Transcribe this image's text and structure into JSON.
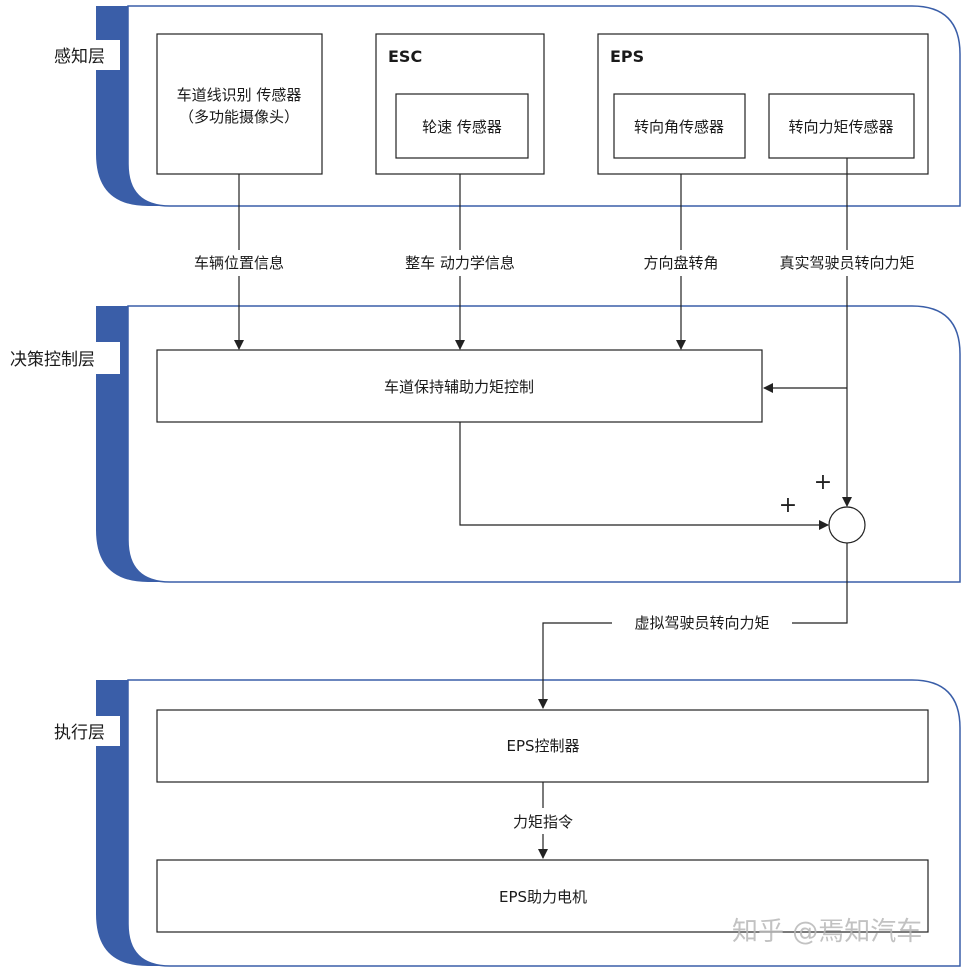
{
  "layers": {
    "perception": "感知层",
    "decision": "决策控制层",
    "execution": "执行层"
  },
  "perception": {
    "camera_line1": "车道线识别 传感器",
    "camera_line2": "（多功能摄像头）",
    "esc_title": "ESC",
    "wheel_speed": "轮速 传感器",
    "eps_title": "EPS",
    "steering_angle": "转向角传感器",
    "steering_torque": "转向力矩传感器"
  },
  "signals": {
    "vehicle_position": "车辆位置信息",
    "vehicle_dynamics": "整车 动力学信息",
    "steering_wheel_angle": "方向盘转角",
    "real_driver_torque": "真实驾驶员转向力矩",
    "virtual_driver_torque": "虚拟驾驶员转向力矩",
    "torque_command": "力矩指令"
  },
  "decision": {
    "lka_torque_control": "车道保持辅助力矩控制",
    "plus_top": "+",
    "plus_left": "+"
  },
  "execution": {
    "eps_controller": "EPS控制器",
    "eps_motor": "EPS助力电机"
  },
  "watermark": "知乎 @焉知汽车",
  "colors": {
    "layer_accent": "#3a5ea8",
    "layer_border": "#3a5ea8",
    "line": "#222222"
  }
}
